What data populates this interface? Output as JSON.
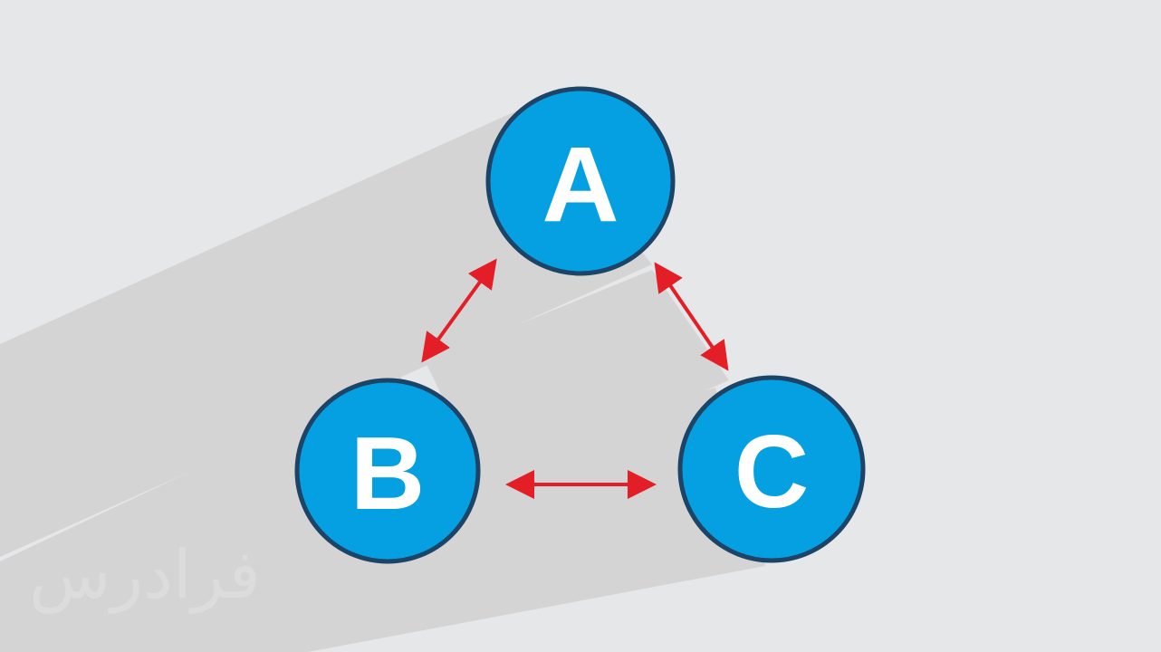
{
  "diagram": {
    "nodes": [
      {
        "id": "A",
        "label": "A"
      },
      {
        "id": "B",
        "label": "B"
      },
      {
        "id": "C",
        "label": "C"
      }
    ],
    "edges": [
      {
        "from": "A",
        "to": "B",
        "type": "bidirectional"
      },
      {
        "from": "A",
        "to": "C",
        "type": "bidirectional"
      },
      {
        "from": "B",
        "to": "C",
        "type": "bidirectional"
      }
    ]
  },
  "colors": {
    "background": "#e6e7e9",
    "shadow": "#d4d4d5",
    "node_fill": "#04a0e2",
    "node_stroke": "#1d4466",
    "node_text": "#ffffff",
    "arrow": "#e41e26",
    "watermark": "#dcdcdc"
  },
  "watermark": {
    "text": "فرادرس"
  }
}
